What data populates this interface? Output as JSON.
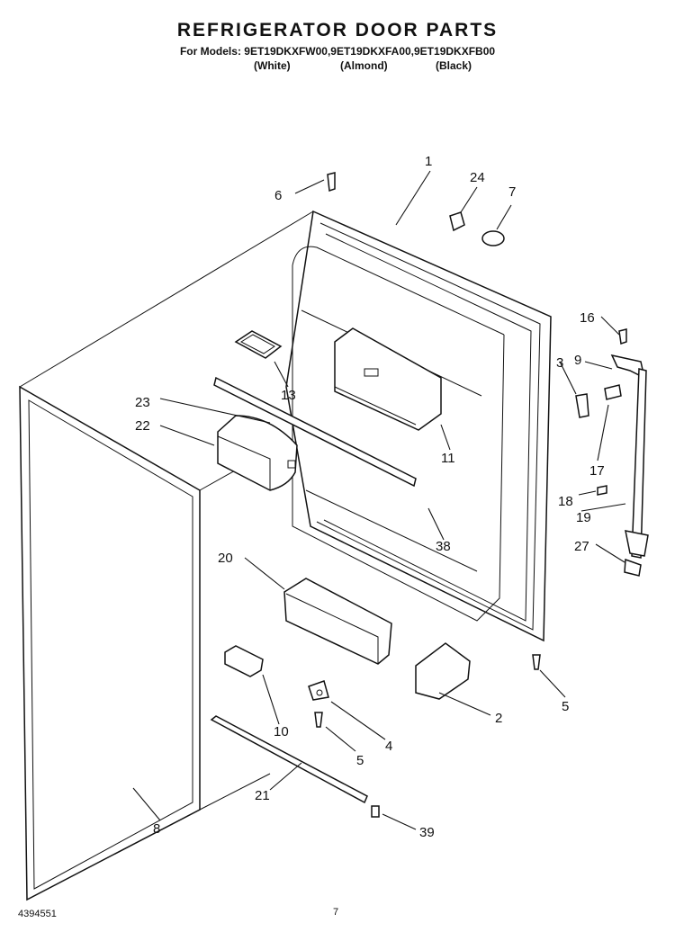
{
  "header": {
    "title": "REFRIGERATOR DOOR PARTS",
    "models": "For Models: 9ET19DKXFW00,9ET19DKXFA00,9ET19DKXFB00",
    "colors": [
      "(White)",
      "(Almond)",
      "(Black)"
    ]
  },
  "footer": {
    "doc_number": "4394551",
    "page_number": "7"
  },
  "callouts": [
    "1",
    "2",
    "3",
    "4",
    "5",
    "5",
    "6",
    "7",
    "8",
    "9",
    "10",
    "11",
    "13",
    "16",
    "17",
    "18",
    "19",
    "20",
    "21",
    "22",
    "23",
    "24",
    "27",
    "38",
    "39"
  ]
}
